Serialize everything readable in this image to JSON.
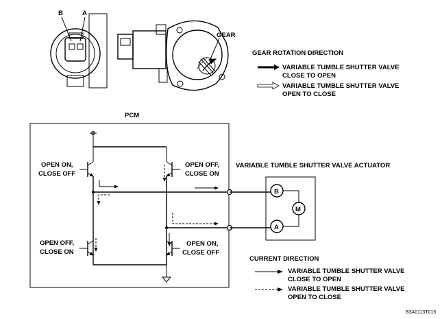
{
  "connector_labels": {
    "b": "B",
    "a": "A"
  },
  "gear_label": "GEAR",
  "gear_rotation": {
    "heading": "GEAR ROTATION DIRECTION",
    "close_to_open_line1": "VARIABLE TUMBLE SHUTTER VALVE",
    "close_to_open_line2": "CLOSE TO OPEN",
    "open_to_close_line1": "VARIABLE TUMBLE SHUTTER VALVE",
    "open_to_close_line2": "OPEN TO CLOSE"
  },
  "pcm_label": "PCM",
  "transistors": {
    "top_left_line1": "OPEN ON,",
    "top_left_line2": "CLOSE OFF",
    "top_right_line1": "OPEN OFF,",
    "top_right_line2": "CLOSE ON",
    "bottom_left_line1": "OPEN OFF,",
    "bottom_left_line2": "CLOSE ON",
    "bottom_right_line1": "OPEN ON,",
    "bottom_right_line2": "CLOSE OFF"
  },
  "actuator_label": "VARIABLE TUMBLE SHUTTER VALVE ACTUATOR",
  "actuator_terminals": {
    "b": "B",
    "a": "A",
    "motor": "M"
  },
  "current_direction": {
    "heading": "CURRENT DIRECTION",
    "close_to_open_line1": "VARIABLE TUMBLE SHUTTER VALVE",
    "close_to_open_line2": "CLOSE TO OPEN",
    "open_to_close_line1": "VARIABLE TUMBLE SHUTTER VALVE",
    "open_to_close_line2": "OPEN TO CLOSE"
  },
  "figure_code": "B3A0113T015"
}
